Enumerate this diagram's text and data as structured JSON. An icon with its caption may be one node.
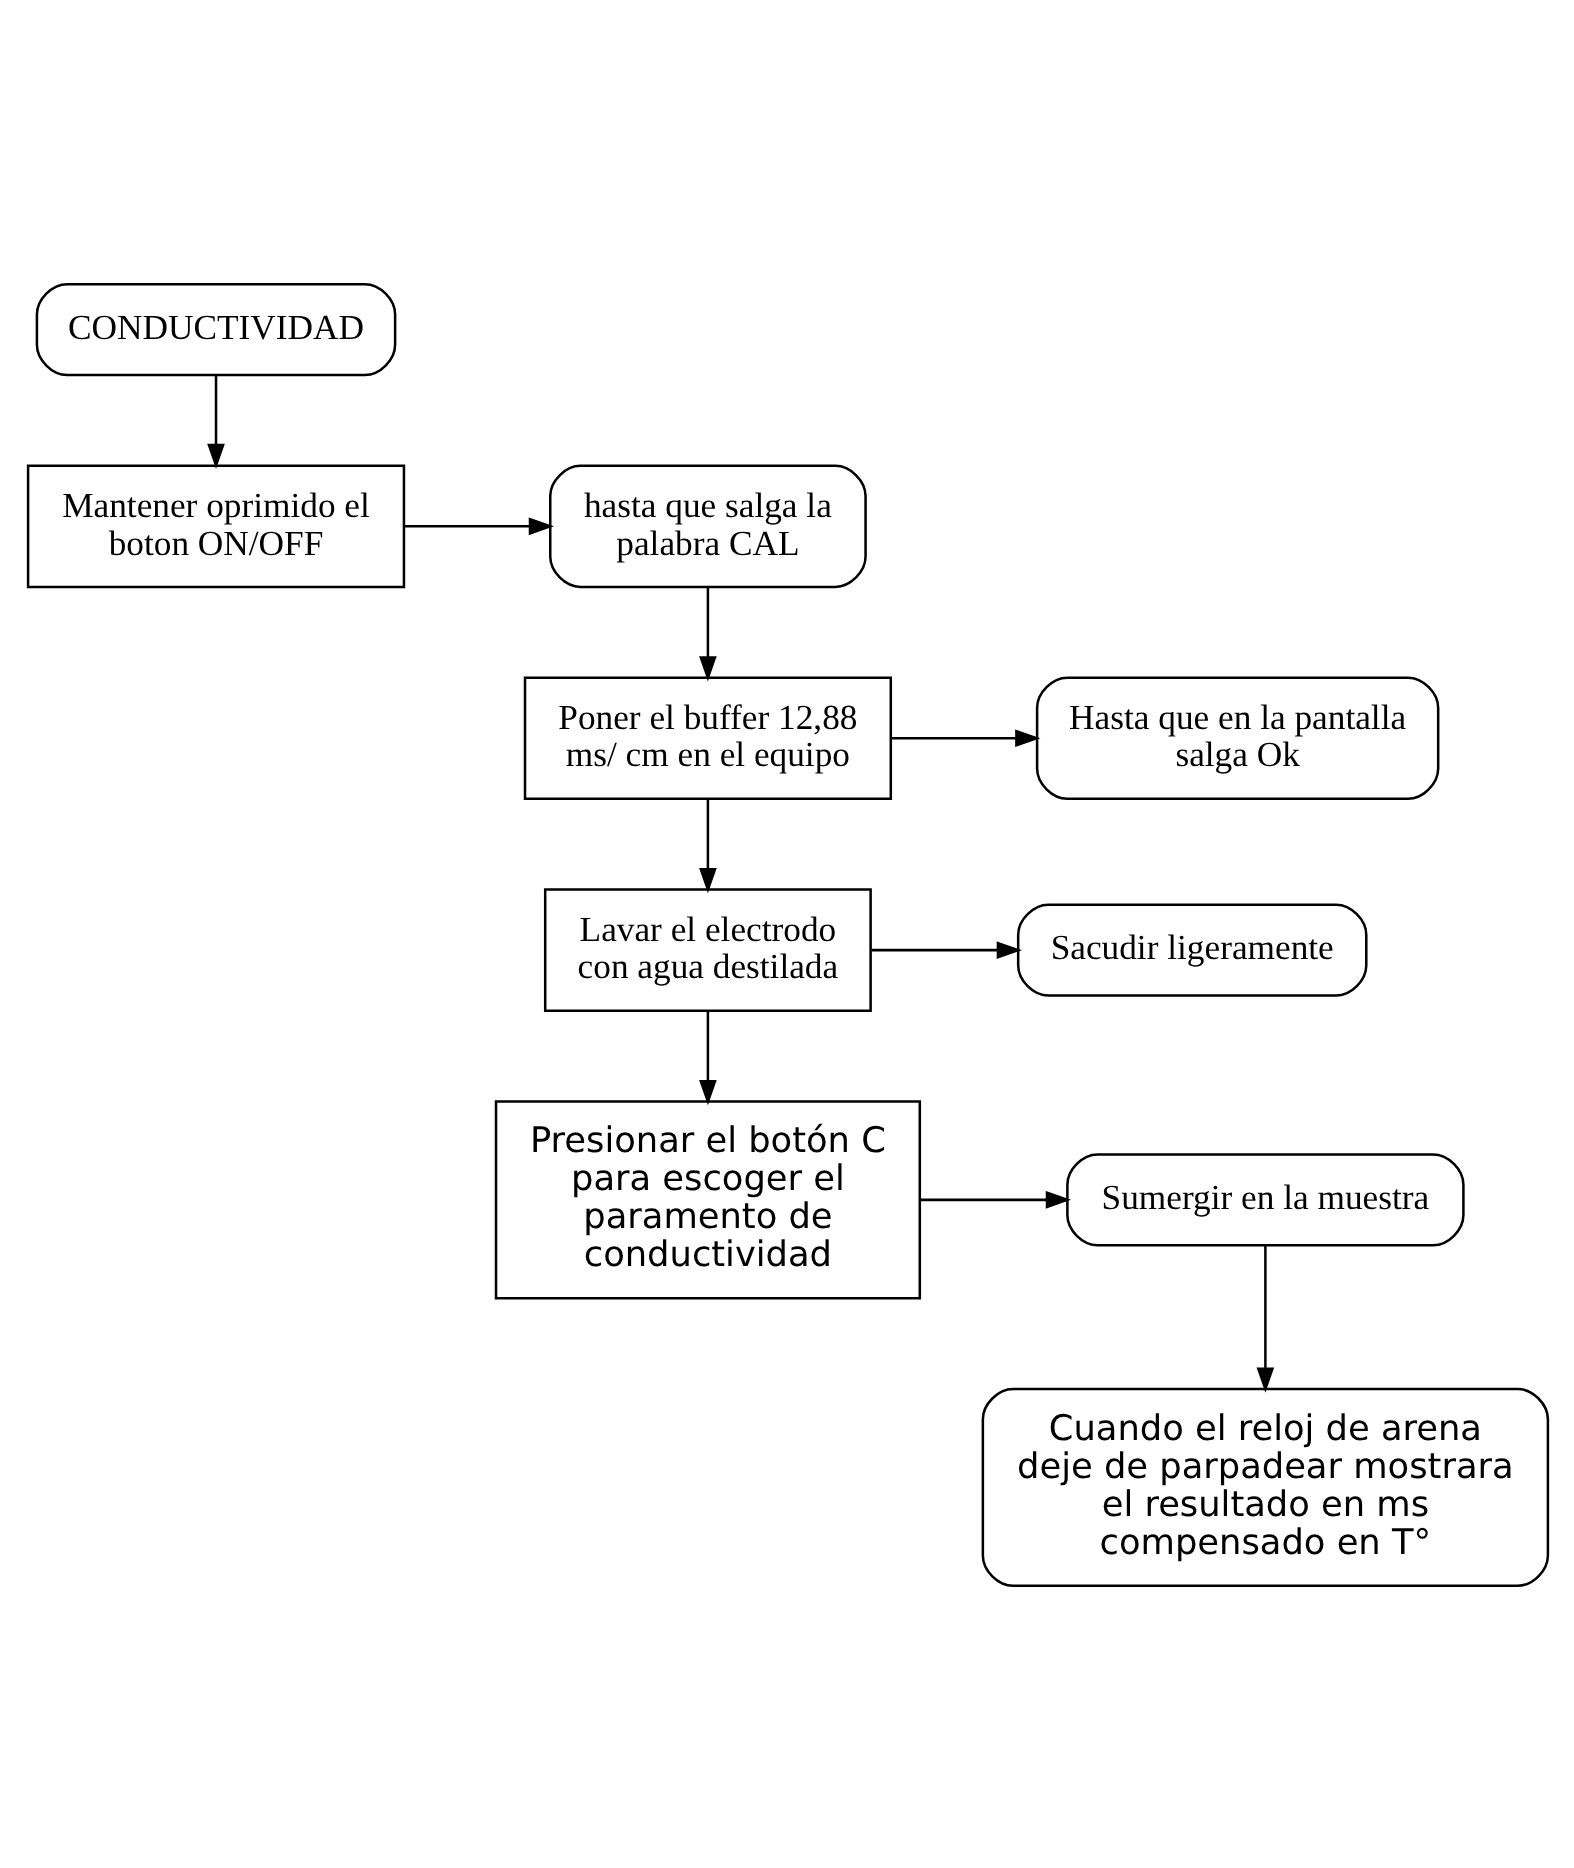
{
  "diagram": {
    "nodes": [
      {
        "text": [
          "CONDUCTIVIDAD"
        ]
      },
      {
        "text": [
          "Mantener oprimido el boton ON/OFF"
        ]
      },
      {
        "text": [
          "hasta que salga la palabra CAL"
        ]
      },
      {
        "text": [
          "Poner el buffer 12,88 ms/ cm en el equipo"
        ]
      },
      {
        "text": [
          "Hasta que en la pantalla salga Ok"
        ]
      },
      {
        "text": [
          "Lavar el electrodo con agua destilada"
        ]
      },
      {
        "text": [
          "Sacudir ligeramente"
        ]
      },
      {
        "text": [
          "Presionar el botón C para escoger el paramento de conductividad"
        ]
      },
      {
        "text": [
          "Sumergir en la muestra"
        ]
      },
      {
        "text": [
          "Cuando el reloj de arena deje de parpadear mostrara el resultado en ms compensado en T°"
        ]
      }
    ],
    "edges": [
      {
        "from": 0,
        "to": 1,
        "arrow": "to"
      },
      {
        "from": 1,
        "to": 2,
        "arrow": "to"
      },
      {
        "from": 2,
        "to": 3,
        "arrow": "to"
      },
      {
        "from": 3,
        "to": 4,
        "arrow": "to"
      },
      {
        "from": 3,
        "to": 5,
        "arrow": "to"
      },
      {
        "from": 5,
        "to": 6,
        "arrow": "to"
      },
      {
        "from": 5,
        "to": 7,
        "arrow": "to"
      },
      {
        "from": 7,
        "to": 8,
        "arrow": "to"
      },
      {
        "from": 8,
        "to": 9,
        "arrow": "to"
      }
    ]
  }
}
